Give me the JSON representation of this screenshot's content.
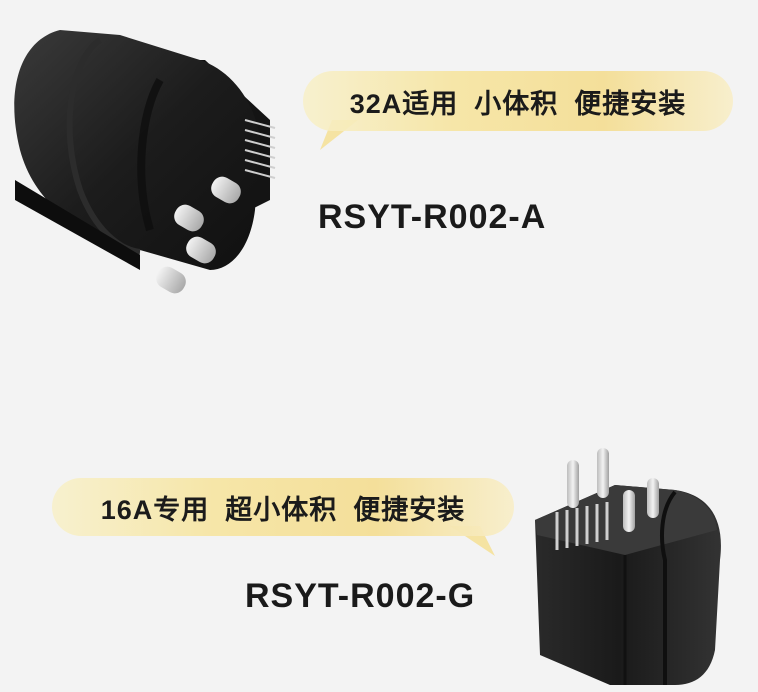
{
  "products": [
    {
      "tagline_parts": [
        "32A适用",
        "小体积",
        "便捷安装"
      ],
      "model": "RSYT-R002-A",
      "image": "black-round-current-transformer-horizontal-pins"
    },
    {
      "tagline_parts": [
        "16A专用",
        "超小体积",
        "便捷安装"
      ],
      "model": "RSYT-R002-G",
      "image": "black-cube-current-transformer-vertical-pins"
    }
  ],
  "colors": {
    "background": "#f3f3f3",
    "bubble": "#f4df9a",
    "text": "#1a1a1a",
    "product_body": "#1e1e1e",
    "pin": "#d9d9d9"
  }
}
